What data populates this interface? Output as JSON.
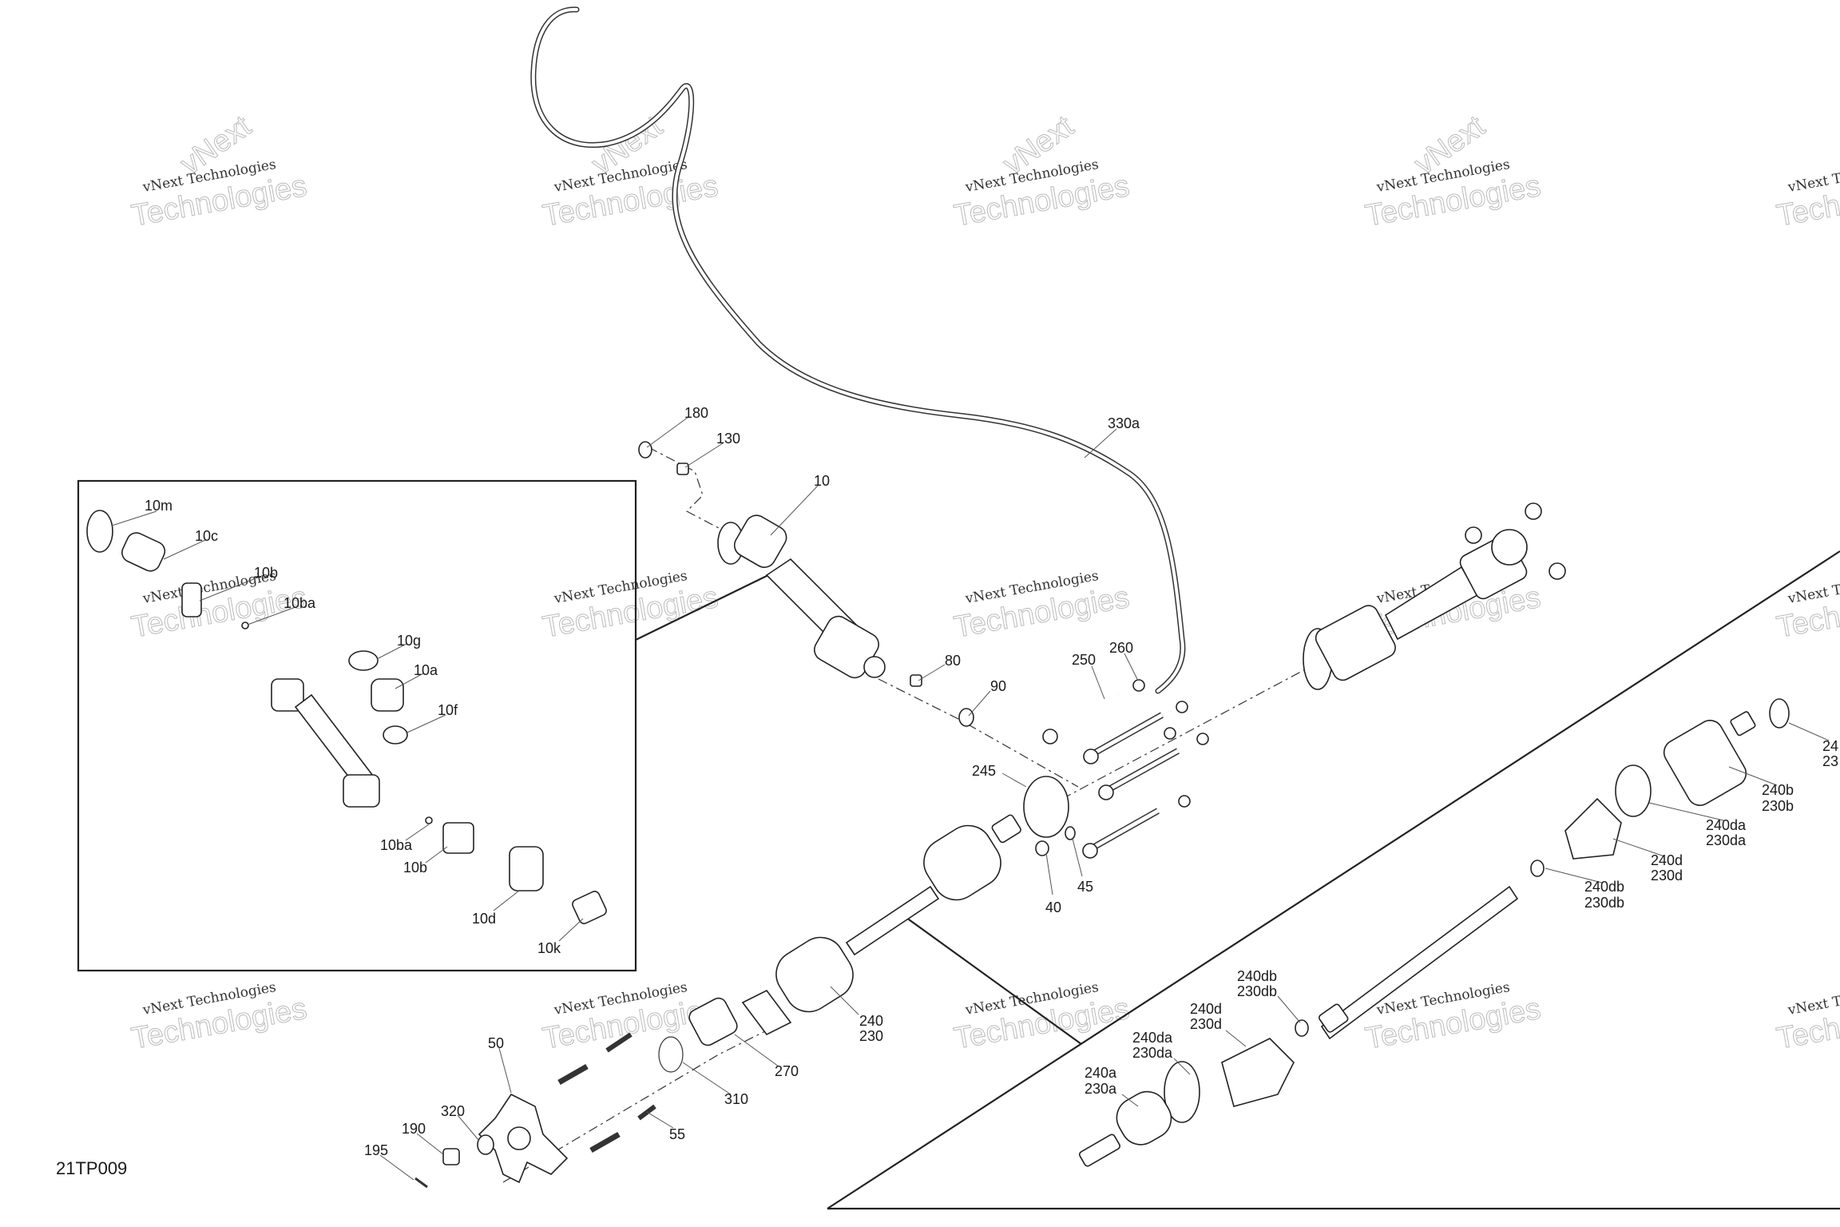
{
  "diagram": {
    "title_code": "21TP009",
    "watermark": {
      "line1": "vNext Technologies",
      "line2_big_top": "vNext",
      "line2_big_bottom": "Technologies"
    },
    "labels": {
      "l180": "180",
      "l130": "130",
      "l10": "10",
      "l330a": "330a",
      "l80": "80",
      "l90": "90",
      "l250": "250",
      "l260": "260",
      "l245": "245",
      "l40": "40",
      "l45": "45",
      "l240_top": "240",
      "l230_top": "230",
      "l270": "270",
      "l310": "310",
      "l55": "55",
      "l50": "50",
      "l320": "320",
      "l190": "190",
      "l195": "195",
      "inset_10m": "10m",
      "inset_10c": "10c",
      "inset_10b_top": "10b",
      "inset_10ba_top": "10ba",
      "inset_10g": "10g",
      "inset_10a": "10a",
      "inset_10f": "10f",
      "inset_10ba_bottom": "10ba",
      "inset_10b_bottom": "10b",
      "inset_10d": "10d",
      "inset_10k": "10k",
      "r_240b": "240b",
      "r_230b": "230b",
      "r_240da": "240da",
      "r_230da": "230da",
      "r_240d": "240d",
      "r_230d": "230d",
      "r_240db": "240db",
      "r_230db": "230db",
      "r_cut_240": "24",
      "r_cut_230": "23",
      "b_240db": "240db",
      "b_230db": "230db",
      "b_240d": "240d",
      "b_230d": "230d",
      "b_240da": "240da",
      "b_230da": "230da",
      "b_240a": "240a",
      "b_230a": "230a"
    }
  }
}
